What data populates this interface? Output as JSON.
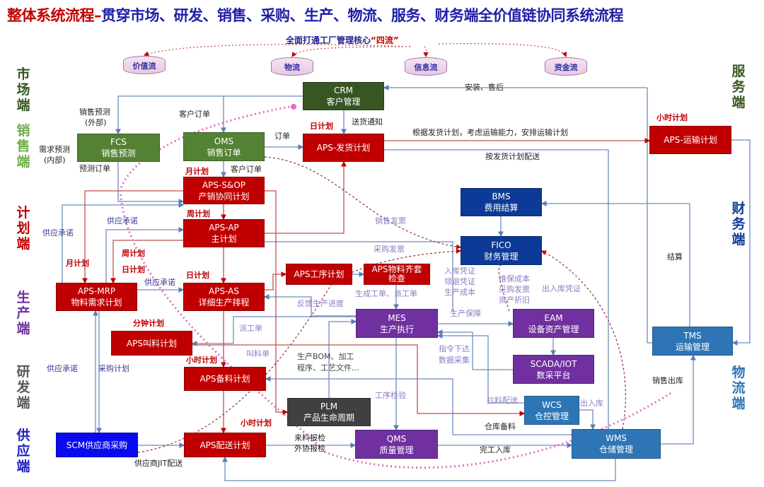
{
  "title": {
    "part1": "整体系统流程–",
    "part2": "贯穿市场、研发、销售、采购、生产、物流、服务、财务端全价值链协同系统流程"
  },
  "subtitle": {
    "text": "全面打通工厂管理核心",
    "quoted": "“四流”"
  },
  "flows": [
    "价值流",
    "物流",
    "信息流",
    "资金流"
  ],
  "sides": {
    "market": "市场端",
    "sales": "销售端",
    "plan": "计划端",
    "prod": "生产端",
    "rd": "研发端",
    "supply": "供应端",
    "service": "服务端",
    "finance": "财务端",
    "logistics": "物流端"
  },
  "boxes": {
    "crm": [
      "CRM",
      "客户管理"
    ],
    "fcs": [
      "FCS",
      "销售预测"
    ],
    "oms": [
      "OMS",
      "销售订单"
    ],
    "ship": [
      "APS-发货计划",
      ""
    ],
    "trans": [
      "APS-运输计划",
      ""
    ],
    "sop": [
      "APS-S&OP",
      "产销协同计划"
    ],
    "ap": [
      "APS-AP",
      "主计划"
    ],
    "bms": [
      "BMS",
      "费用结算"
    ],
    "fico": [
      "FICO",
      "财务管理"
    ],
    "proc": [
      "APS工序计划",
      ""
    ],
    "kit": [
      "APS物料齐套",
      "检查"
    ],
    "mrp": [
      "APS-MRP",
      "物料需求计划"
    ],
    "as": [
      "APS-AS",
      "详细生产排程"
    ],
    "mes": [
      "MES",
      "生产执行"
    ],
    "eam": [
      "EAM",
      "设备资产管理"
    ],
    "tms": [
      "TMS",
      "运输管理"
    ],
    "call": [
      "APS叫料计划",
      ""
    ],
    "scada": [
      "SCADA/IOT",
      "数采平台"
    ],
    "prep": [
      "APS备料计划",
      ""
    ],
    "plm": [
      "PLM",
      "产品生命周期"
    ],
    "wcs": [
      "WCS",
      "仓控管理"
    ],
    "scm": [
      "SCM供应商采购",
      ""
    ],
    "dist": [
      "APS配送计划",
      ""
    ],
    "qms": [
      "QMS",
      "质量管理"
    ],
    "wms": [
      "WMS",
      "仓储管理"
    ]
  },
  "labels": [
    "销售预测",
    "(外部)",
    "需求预测",
    "(内部)",
    "预测订单",
    "客户订单",
    "订单",
    "客户订单",
    "送货通知",
    "日计划",
    "月计划",
    "周计划",
    "周计划",
    "日计划",
    "月计划",
    "日计划",
    "分钟计划",
    "小时计划",
    "小时计划",
    "小时计划",
    "安装、售后",
    "根据发货计划，考虑运输能力，安排运输计划",
    "按发货计划配送",
    "供应承诺",
    "供应承诺",
    "供应承诺",
    "供应承诺",
    "采购计划",
    "销售发票",
    "采购发票",
    "入库凭证",
    "领退凭证",
    "生产成本",
    "维保成本",
    "采购发票",
    "资产折旧",
    "出入库凭证",
    "生成工单、派工单",
    "反馈生产进度",
    "生产保障",
    "派工单",
    "叫料单",
    "指令下达",
    "数据采集",
    "生产BOM、加工",
    "程序、工艺文件...",
    "工序检验",
    "拉料配送",
    "出入库",
    "仓库备料",
    "来料报检",
    "外协报检",
    "完工入库",
    "供应商JIT配送",
    "销售出库",
    "结算"
  ]
}
